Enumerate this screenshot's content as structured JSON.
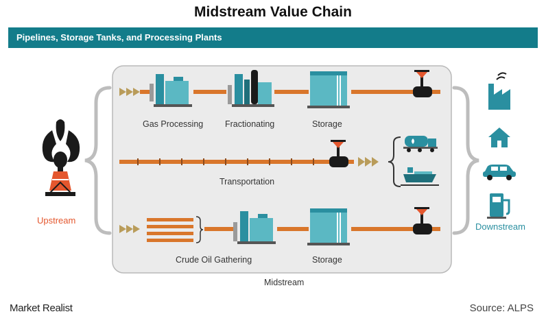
{
  "title": "Midstream Value Chain",
  "banner": "Pipelines, Storage Tanks, and Processing Plants",
  "stages": {
    "upstream": "Upstream",
    "midstream": "Midstream",
    "downstream": "Downstream"
  },
  "labels": {
    "gas_processing": "Gas Processing",
    "fractionating": "Fractionating",
    "storage_top": "Storage",
    "transportation": "Transportation",
    "crude_oil_gathering": "Crude Oil Gathering",
    "storage_bottom": "Storage"
  },
  "brand": "Market Realist",
  "source": "Source: ALPS",
  "colors": {
    "teal": "#137c8a",
    "teal_light": "#5bb8c3",
    "pipe": "#d9762b",
    "upstream": "#e4572e",
    "panel": "#ebebeb"
  }
}
